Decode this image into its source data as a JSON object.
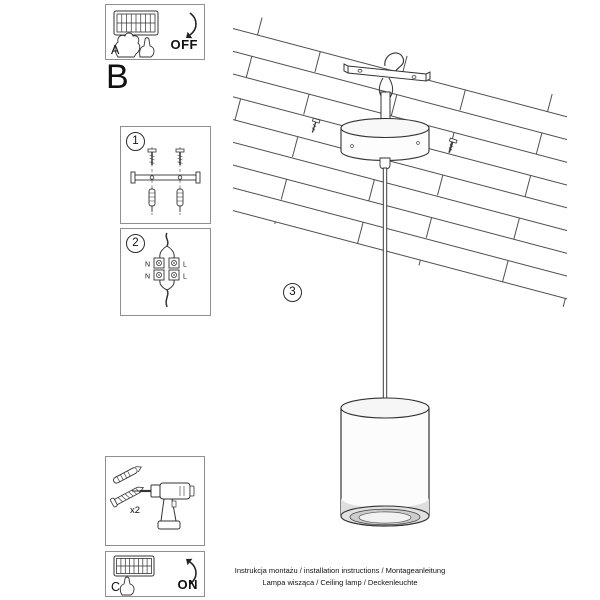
{
  "panel_a": {
    "label": "A",
    "action": "OFF"
  },
  "section_b": {
    "label": "B"
  },
  "step1": {
    "number": "1"
  },
  "step2": {
    "number": "2",
    "terminals": {
      "n1": "N",
      "l1": "L",
      "n2": "N",
      "l2": "L"
    }
  },
  "step3": {
    "number": "3"
  },
  "tools": {
    "screw_count": "x2"
  },
  "panel_c": {
    "label": "C",
    "action": "ON"
  },
  "footer": {
    "line1": "Instrukcja montażu / installation instructions / Montageanleitung",
    "line2": "Lampa wisząca / Ceiling lamp / Deckenleuchte"
  },
  "colors": {
    "ink": "#333333",
    "panel_border": "#8f8f8f",
    "lamp_bottom_shade": "#dedede"
  }
}
